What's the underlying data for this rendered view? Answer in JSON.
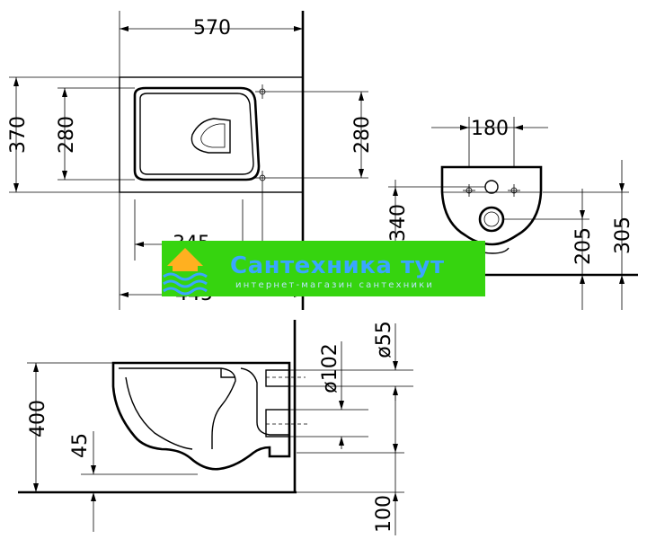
{
  "dimensions": {
    "width_total": "570",
    "depth_total": "370",
    "depth_inner_left": "280",
    "depth_inner_right": "280",
    "fix_spacing_345": "345",
    "fix_spacing_445": "445",
    "front_width": "180",
    "height_340": "340",
    "height_205": "205",
    "height_305": "305",
    "diameter_55": "ø55",
    "diameter_102": "ø102",
    "height_400": "400",
    "height_45": "45",
    "height_100": "100"
  },
  "watermark": {
    "title": "Сантехника тут",
    "subtitle": "интернет-магазин сантехники",
    "bg_color": "#36d40f",
    "text_color": "#3aa6ff"
  }
}
